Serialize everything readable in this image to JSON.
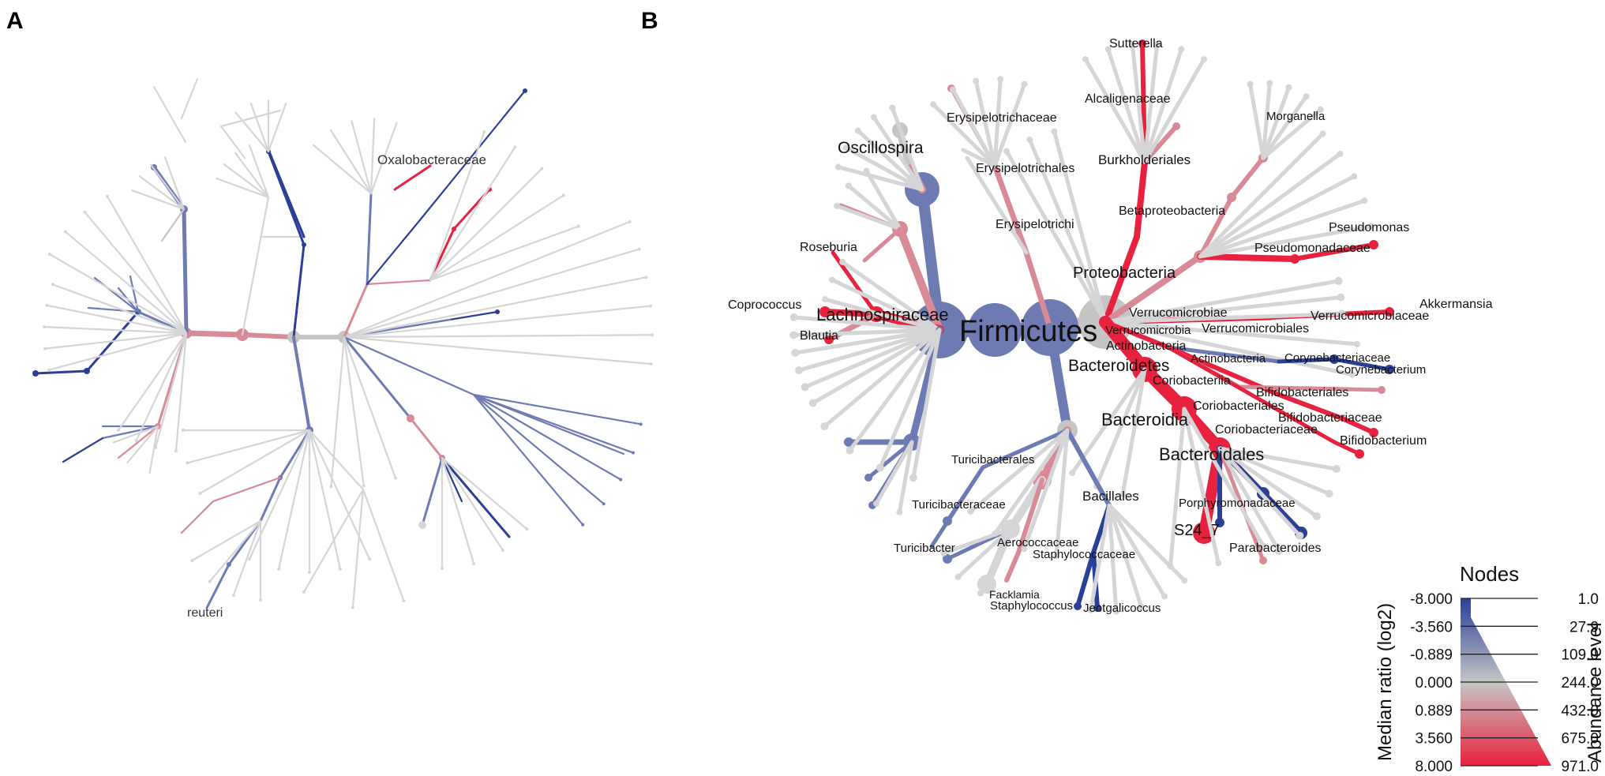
{
  "panels": {
    "a": "A",
    "b": "B"
  },
  "colors": {
    "low": "#2b3f96",
    "mid": "#c5c5c5",
    "high": "#e8223e",
    "text": "#111111"
  },
  "panel_a": {
    "labels": {
      "oxalobacteraceae": "Oxalobacteraceae",
      "reuteri": "reuteri"
    }
  },
  "panel_b": {
    "labels": {
      "firmicutes": "Firmicutes",
      "lachnospiraceae": "Lachnospiraceae",
      "oscillospira": "Oscillospira",
      "roseburia": "Roseburia",
      "coprococcus": "Coprococcus",
      "blautia": "Blautia",
      "erysipelotrichaceae": "Erysipelotrichaceae",
      "erysipelotrichales": "Erysipelotrichales",
      "erysipelotrichi": "Erysipelotrichi",
      "sutterella": "Sutterella",
      "alcaligenaceae": "Alcaligenaceae",
      "burkholderiales": "Burkholderiales",
      "betaproteobacteria": "Betaproteobacteria",
      "proteobacteria": "Proteobacteria",
      "morganella": "Morganella",
      "pseudomonas": "Pseudomonas",
      "pseudomonadaceae": "Pseudomonadaceae",
      "akkermansia": "Akkermansia",
      "verrucomicrobiae": "Verrucomicrobiae",
      "verrucomicrobiaceae": "Verrucomicrobiaceae",
      "verrucomicrobia": "Verrucomicrobia",
      "verrucomicrobiales": "Verrucomicrobiales",
      "actinobacteria_phylum": "Actinobacteria",
      "actinobacteria_class": "Actinobacteria",
      "corynebacteriaceae": "Corynebacteriaceae",
      "corynebacterium": "Corynebacterium",
      "bacteroidetes": "Bacteroidetes",
      "coriobacteriia": "Coriobacteriia",
      "bifidobacteriales": "Bifidobacteriales",
      "coriobacteriales": "Coriobacteriales",
      "bifidobacteriaceae": "Bifidobacteriaceae",
      "bacteroidia": "Bacteroidia",
      "coriobacteriaceae": "Coriobacteriaceae",
      "bifidobacterium": "Bifidobacterium",
      "bacteroidales": "Bacteroidales",
      "turicibacterales": "Turicibacterales",
      "turicibacteraceae": "Turicibacteraceae",
      "bacillales": "Bacillales",
      "porphyromonadaceae": "Porphyromonadaceae",
      "turicibacter": "Turicibacter",
      "s24_7": "S24_7",
      "aerococcaceae": "Aerococcaceae",
      "staphylococcaceae": "Staphylococcaceae",
      "parabacteroides": "Parabacteroides",
      "facklamia": "Facklamia",
      "staphylococcus": "Staphylococcus",
      "jeotgalicoccus": "Jeotgalicoccus"
    }
  },
  "legend": {
    "title": "Nodes",
    "left_axis": "Median ratio (log2)",
    "right_axis": "Abundance level",
    "ratio_ticks": [
      "-8.000",
      "-3.560",
      "-0.889",
      "0.000",
      "0.889",
      "3.560",
      "8.000"
    ],
    "abundance_ticks": [
      "1.0",
      "27.9",
      "109.0",
      "244.0",
      "432.0",
      "675.0",
      "971.0"
    ]
  }
}
